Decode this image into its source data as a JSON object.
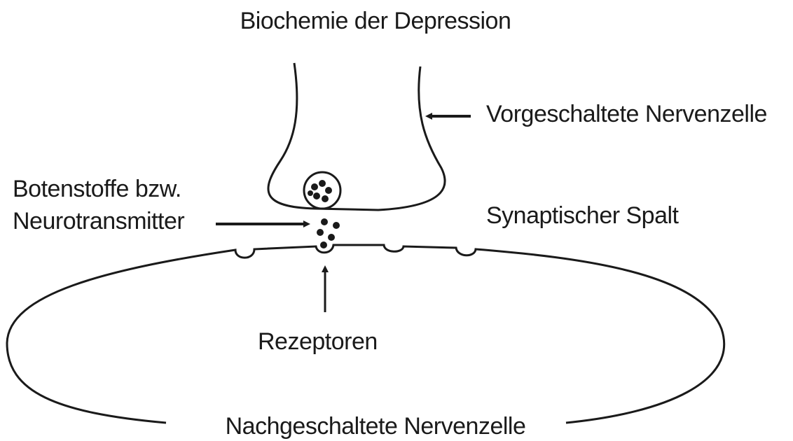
{
  "title": "Biochemie der Depression",
  "labels": {
    "presynaptic_neuron": "Vorgeschaltete Nervenzelle",
    "messenger_line1": "Botenstoffe bzw.",
    "messenger_line2": "Neurotransmitter",
    "synaptic_cleft": "Synaptischer Spalt",
    "receptors": "Rezeptoren",
    "postsynaptic_neuron": "Nachgeschaltete Nervenzelle"
  },
  "colors": {
    "line": "#1a1a1a",
    "background": "#ffffff"
  }
}
